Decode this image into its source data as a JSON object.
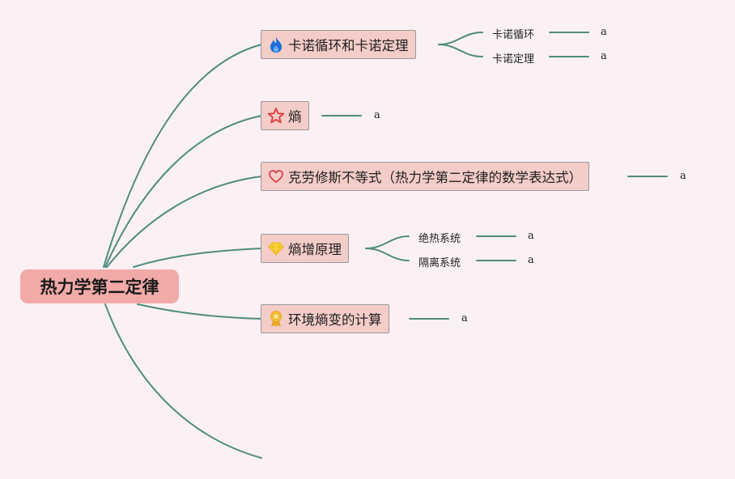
{
  "root": {
    "label": "热力学第二定律"
  },
  "branches": [
    {
      "label": "卡诺循环和卡诺定理",
      "icon": "fire-icon",
      "children": [
        {
          "label": "卡诺循环",
          "value": "a"
        },
        {
          "label": "卡诺定理",
          "value": "a"
        }
      ]
    },
    {
      "label": "熵",
      "icon": "star-icon",
      "value": "a"
    },
    {
      "label": "克劳修斯不等式（热力学第二定律的数学表达式）",
      "icon": "heart-icon",
      "value": "a"
    },
    {
      "label": "熵增原理",
      "icon": "gem-icon",
      "children": [
        {
          "label": "绝热系统",
          "value": "a"
        },
        {
          "label": "隔离系统",
          "value": "a"
        }
      ]
    },
    {
      "label": "环境熵变的计算",
      "icon": "medal-icon",
      "value": "a"
    }
  ],
  "colors": {
    "background": "#fbf1f4",
    "root_fill": "#f2aaa9",
    "topic_fill": "#f4ccc8",
    "connector": "#4e8c7c"
  }
}
